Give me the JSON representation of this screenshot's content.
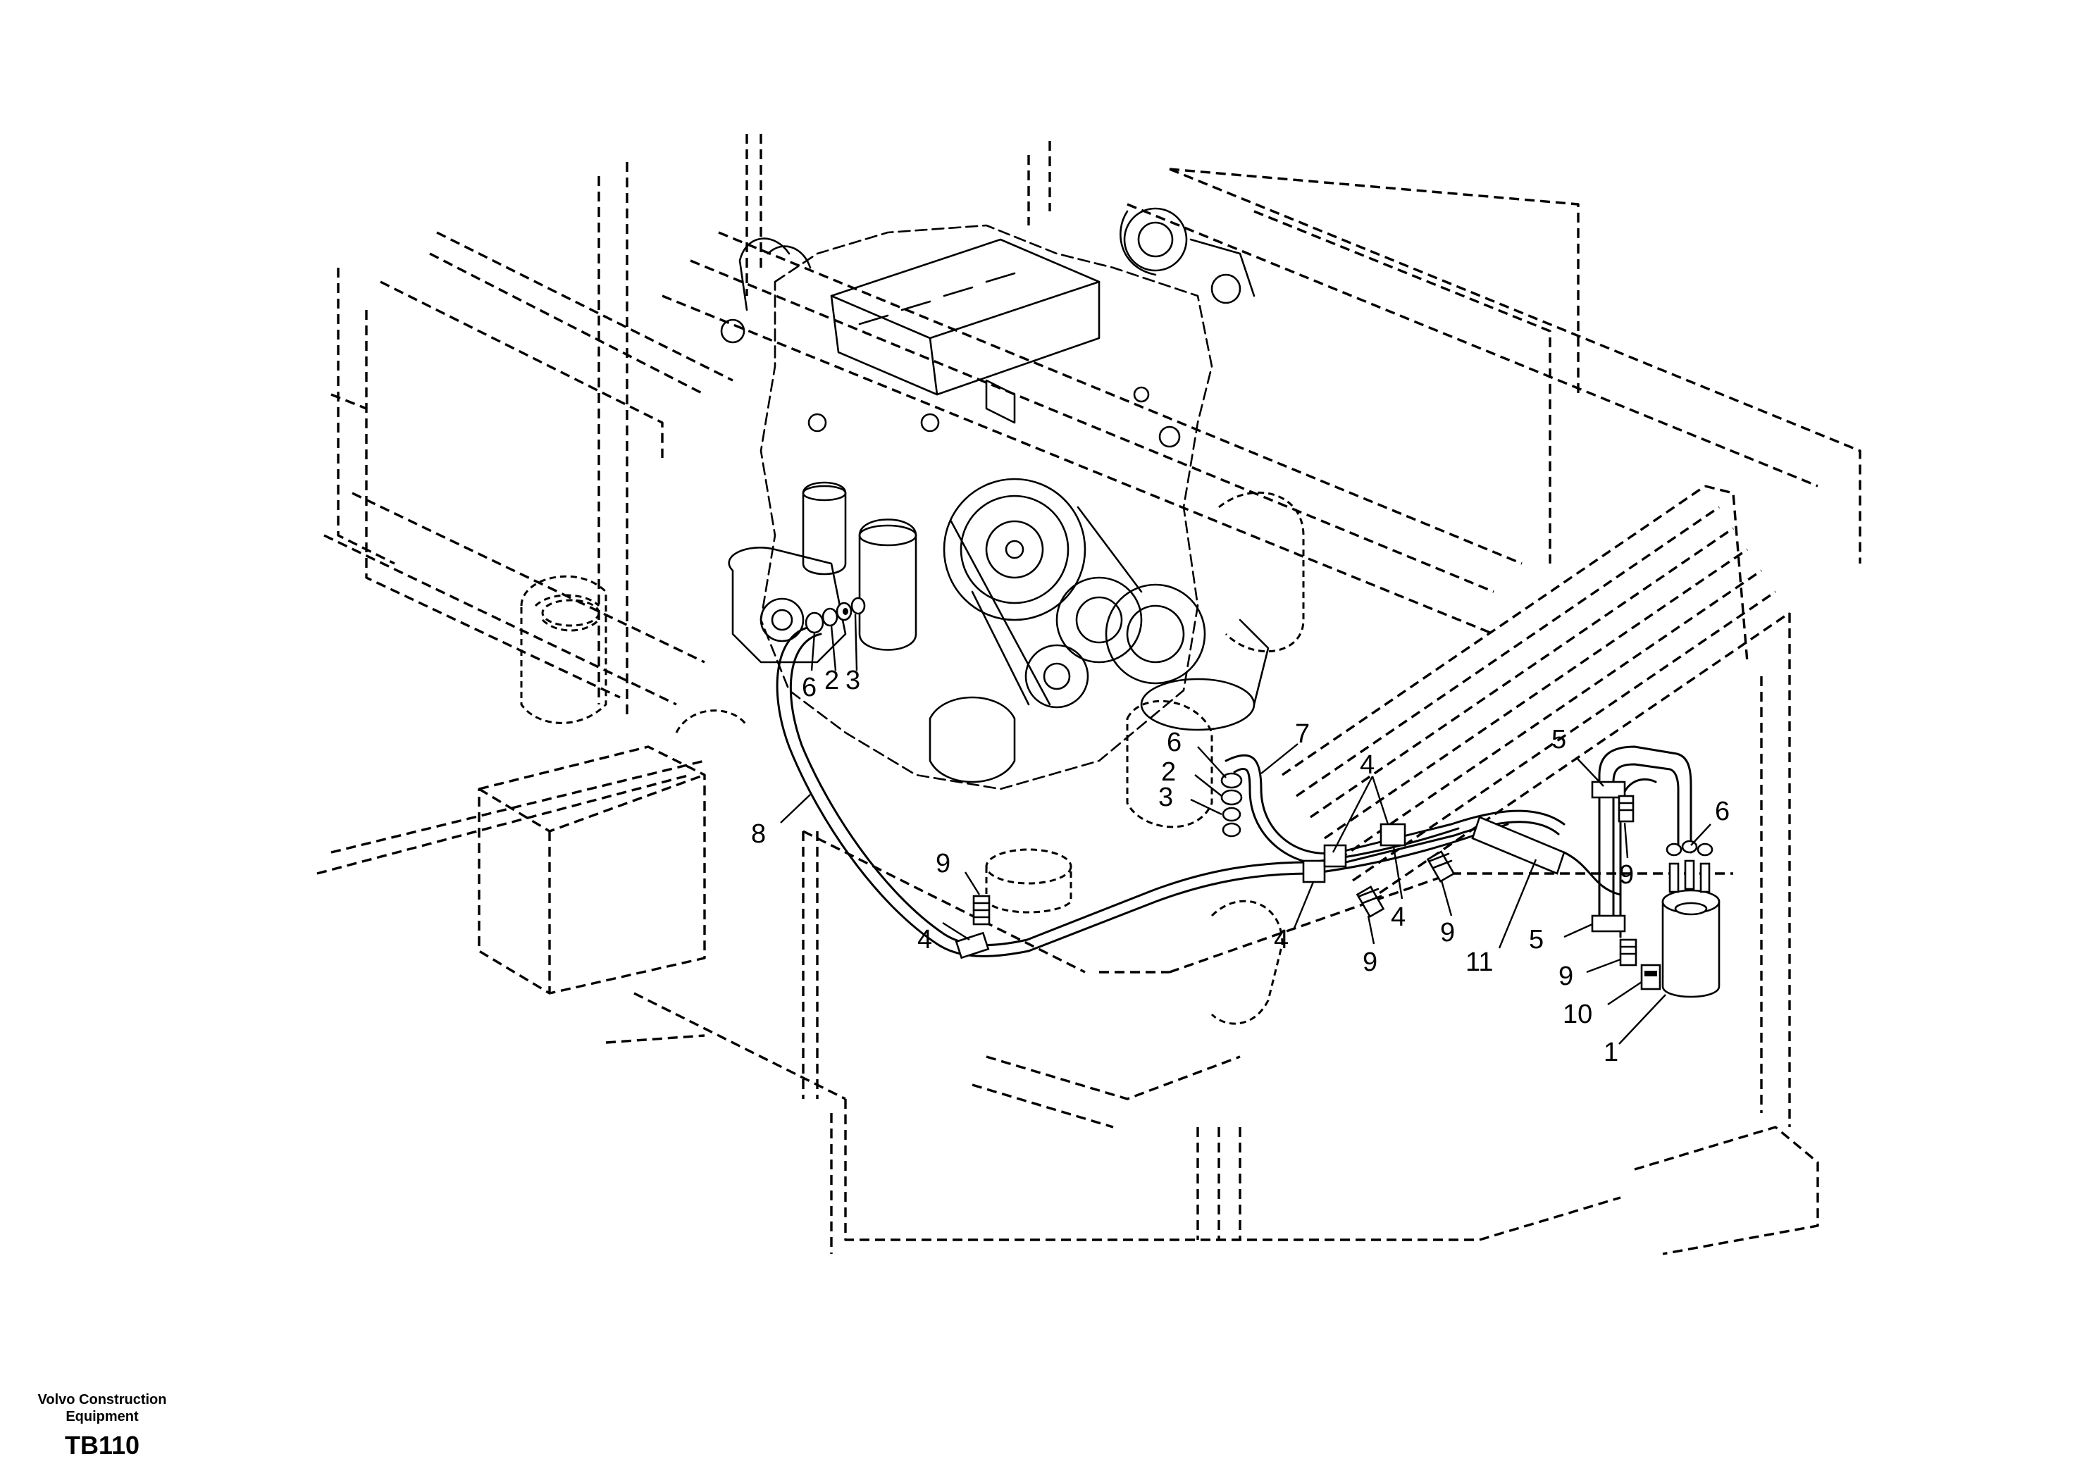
{
  "callouts": [
    {
      "id": "c6a",
      "text": "6"
    },
    {
      "id": "c2a",
      "text": "2"
    },
    {
      "id": "c3a",
      "text": "3"
    },
    {
      "id": "c6b",
      "text": "6"
    },
    {
      "id": "c2b",
      "text": "2"
    },
    {
      "id": "c3b",
      "text": "3"
    },
    {
      "id": "c7",
      "text": "7"
    },
    {
      "id": "c4top",
      "text": "4"
    },
    {
      "id": "c5top",
      "text": "5"
    },
    {
      "id": "c6c",
      "text": "6"
    },
    {
      "id": "c9right",
      "text": "9"
    },
    {
      "id": "c8",
      "text": "8"
    },
    {
      "id": "c9left",
      "text": "9"
    },
    {
      "id": "c4left",
      "text": "4"
    },
    {
      "id": "c4mid",
      "text": "4"
    },
    {
      "id": "c4b",
      "text": "4"
    },
    {
      "id": "c9mid",
      "text": "9"
    },
    {
      "id": "c9c",
      "text": "9"
    },
    {
      "id": "c11",
      "text": "11"
    },
    {
      "id": "c5bot",
      "text": "5"
    },
    {
      "id": "c9bot",
      "text": "9"
    },
    {
      "id": "c10",
      "text": "10"
    },
    {
      "id": "c1",
      "text": "1"
    }
  ],
  "footer": {
    "brand_line1": "Volvo Construction",
    "brand_line2": "Equipment",
    "code": "TB110"
  }
}
